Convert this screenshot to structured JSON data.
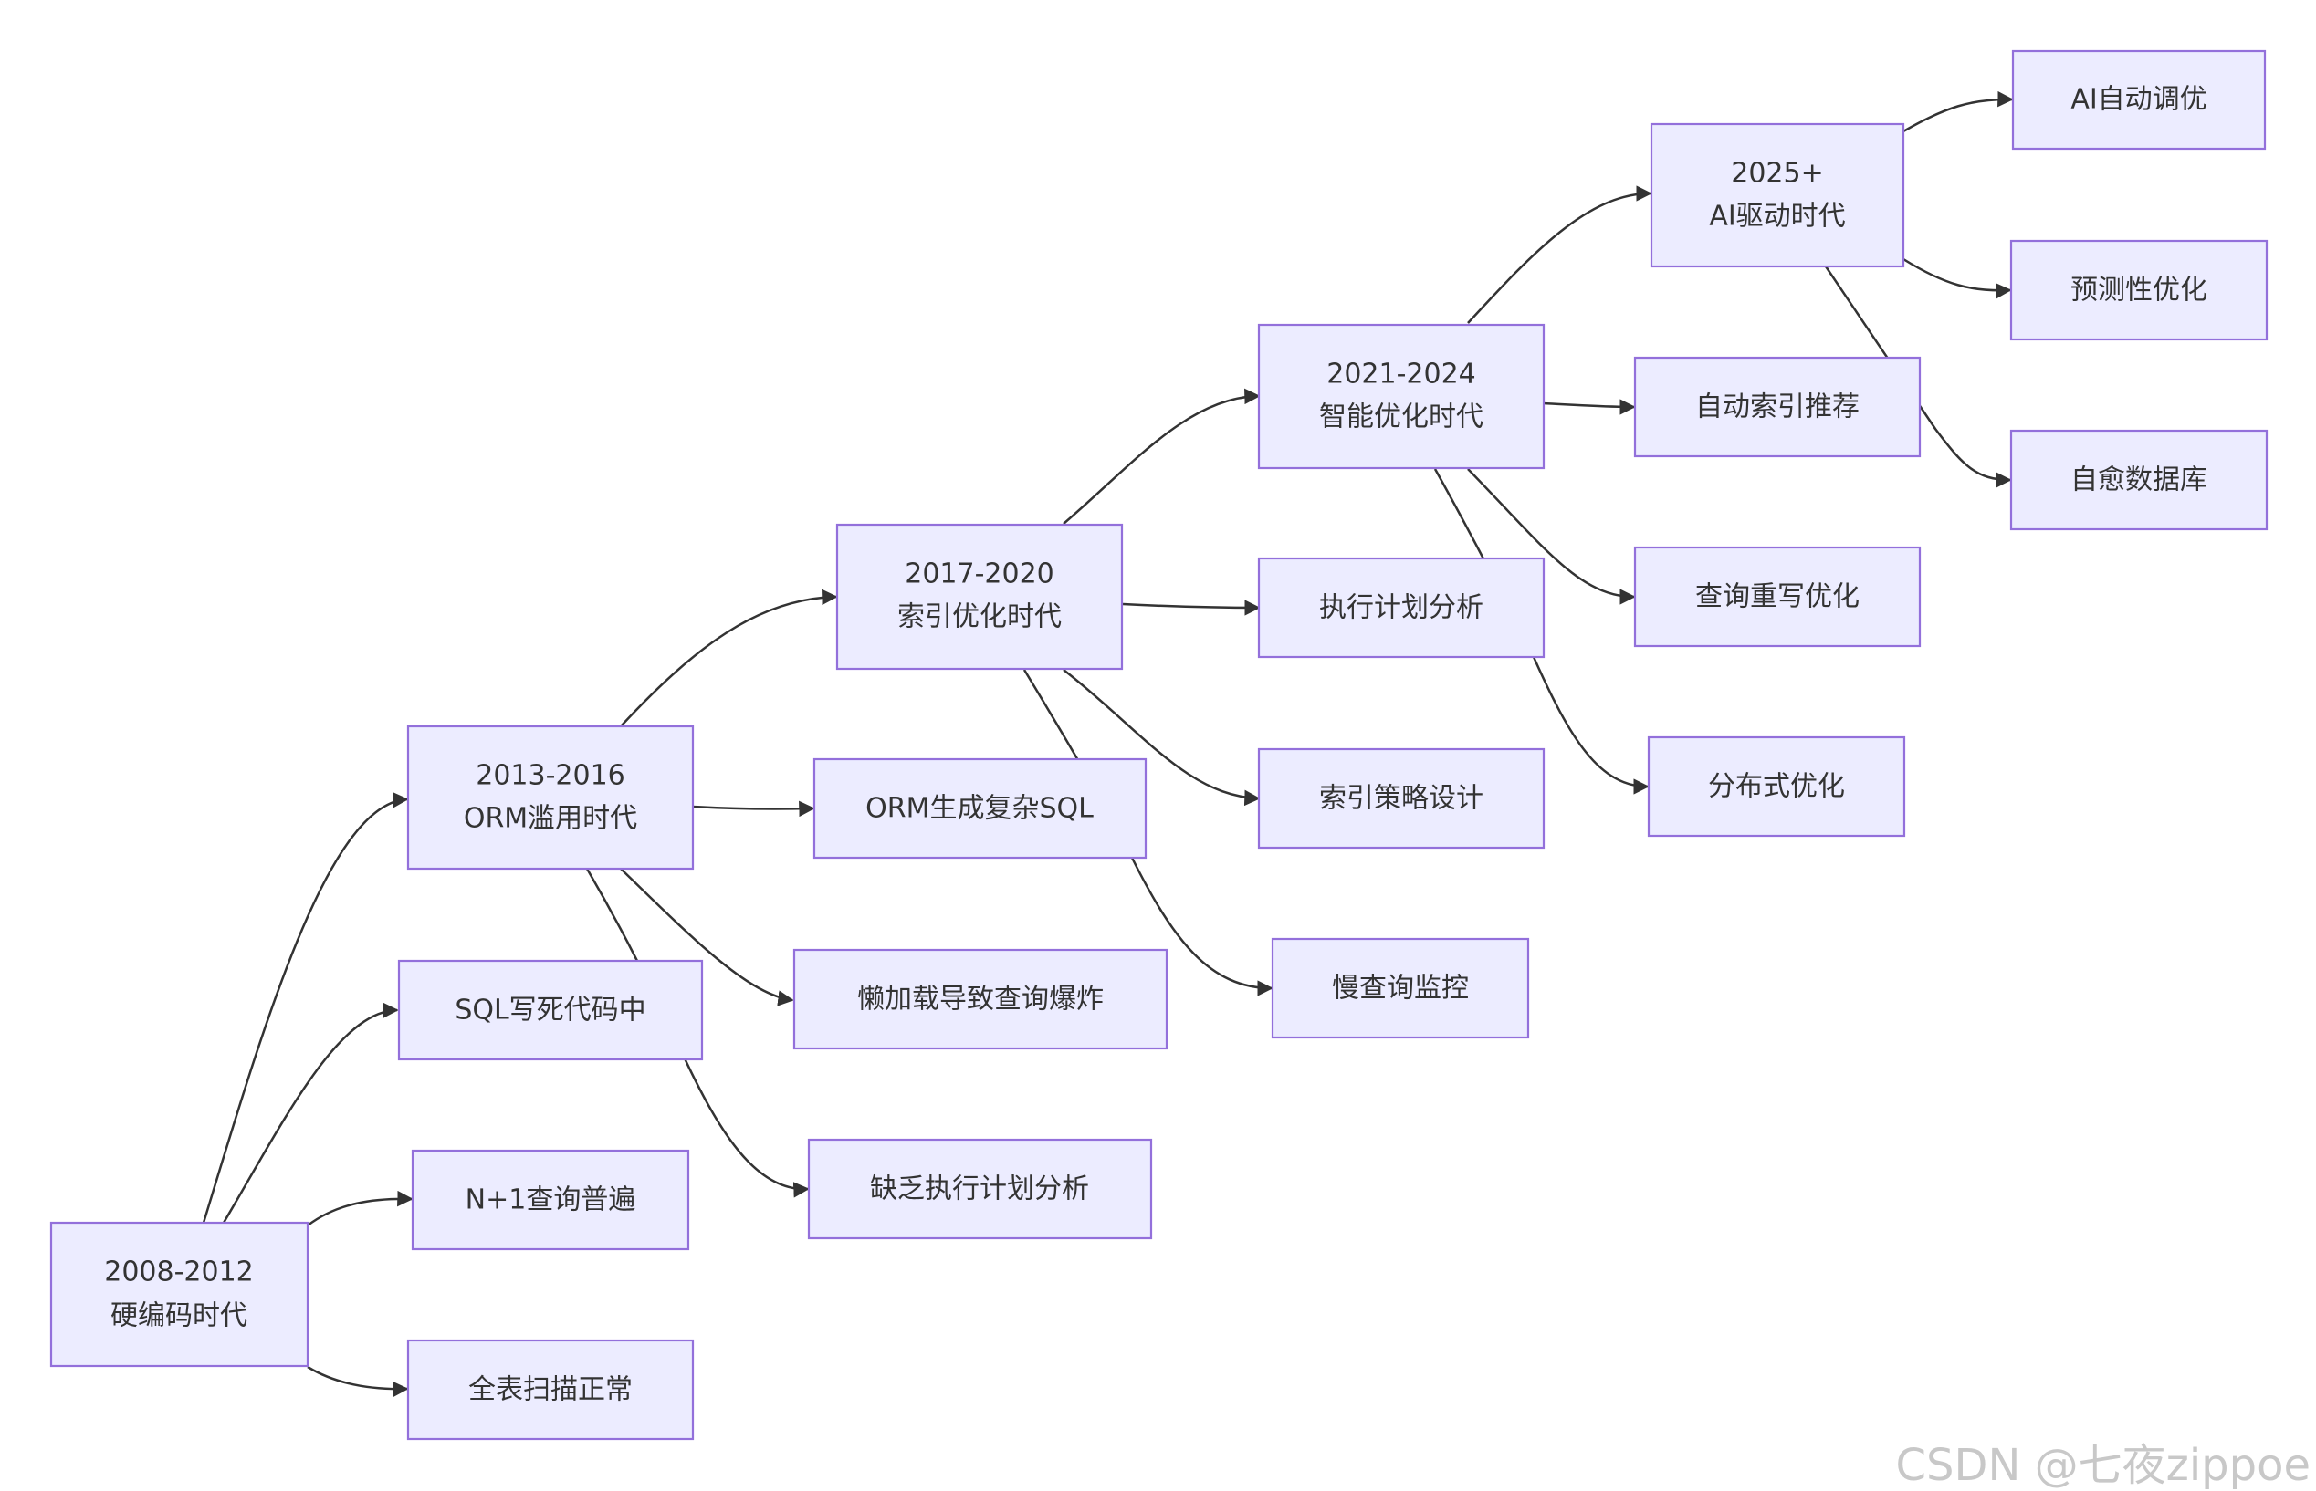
{
  "nodes": {
    "era2008": {
      "line1": "2008-2012",
      "line2": "硬编码时代"
    },
    "hardcoded_sql": {
      "label": "SQL写死代码中"
    },
    "n_plus_one": {
      "label": "N+1查询普遍"
    },
    "full_scan": {
      "label": "全表扫描正常"
    },
    "era2013": {
      "line1": "2013-2016",
      "line2": "ORM滥用时代"
    },
    "orm_sql": {
      "label": "ORM生成复杂SQL"
    },
    "lazy_load": {
      "label": "懒加载导致查询爆炸"
    },
    "no_plan": {
      "label": "缺乏执行计划分析"
    },
    "era2017": {
      "line1": "2017-2020",
      "line2": "索引优化时代"
    },
    "exec_plan": {
      "label": "执行计划分析"
    },
    "index_strategy": {
      "label": "索引策略设计"
    },
    "slow_query": {
      "label": "慢查询监控"
    },
    "era2021": {
      "line1": "2021-2024",
      "line2": "智能优化时代"
    },
    "auto_index": {
      "label": "自动索引推荐"
    },
    "query_rewrite": {
      "label": "查询重写优化"
    },
    "distributed": {
      "label": "分布式优化"
    },
    "era2025": {
      "line1": "2025+",
      "line2": "AI驱动时代"
    },
    "ai_tuning": {
      "label": "AI自动调优"
    },
    "predictive": {
      "label": "预测性优化"
    },
    "self_healing": {
      "label": "自愈数据库"
    }
  },
  "watermark": "CSDN @七夜zippoe",
  "colors": {
    "node_fill": "#ECECFF",
    "node_stroke": "#9370DB",
    "edge": "#333333",
    "text": "#333333",
    "watermark": "#c8c8c8"
  }
}
